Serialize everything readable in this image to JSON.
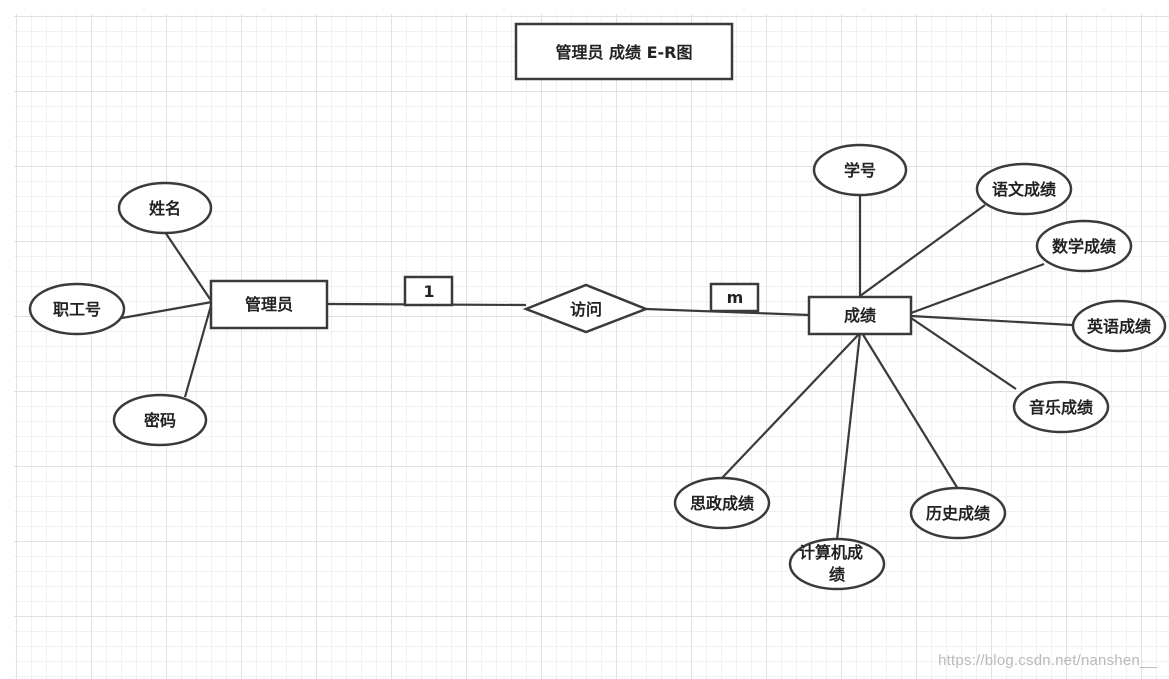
{
  "title": "管理员 成绩 E-R图",
  "entities": {
    "admin": "管理员",
    "score": "成绩"
  },
  "relationship": "访问",
  "cardinality": {
    "admin_side": "1",
    "score_side": "m"
  },
  "admin_attributes": {
    "name": "姓名",
    "staff_id": "职工号",
    "password": "密码"
  },
  "score_attributes": {
    "student_id": "学号",
    "chinese": "语文成绩",
    "math": "数学成绩",
    "english": "英语成绩",
    "music": "音乐成绩",
    "history": "历史成绩",
    "computer_line1": "计算机成",
    "computer_line2": "绩",
    "politics": "思政成绩"
  },
  "watermark": "https://blog.csdn.net/nanshen__"
}
